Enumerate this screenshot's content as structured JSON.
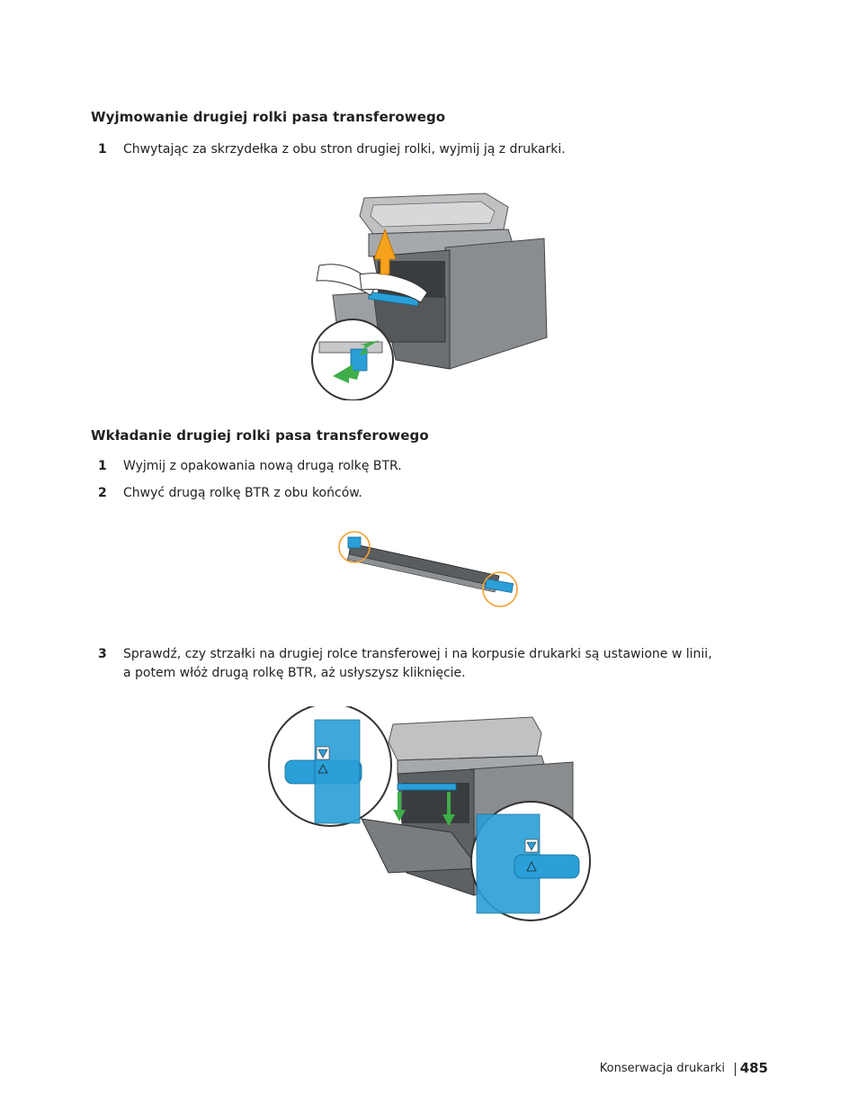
{
  "section1": {
    "heading": "Wyjmowanie drugiej rolki pasa transferowego",
    "steps": [
      {
        "num": "1",
        "text": "Chwytając za skrzydełka z obu stron drugiej rolki, wyjmij ją z drukarki."
      }
    ]
  },
  "section2": {
    "heading": "Wkładanie drugiej rolki pasa transferowego",
    "steps": [
      {
        "num": "1",
        "text": "Wyjmij z opakowania nową drugą rolkę BTR."
      },
      {
        "num": "2",
        "text": "Chwyć drugą rolkę BTR z obu końców."
      },
      {
        "num": "3",
        "line1": "Sprawdź, czy strzałki na drugiej rolce transferowej i na korpusie drukarki są ustawione w linii,",
        "line2": "a potem włóż drugą rolkę BTR, aż usłyszysz kliknięcie."
      }
    ]
  },
  "footer": {
    "label": "Konserwacja drukarki",
    "page": "485"
  },
  "colors": {
    "text": "#231f20",
    "accent_blue": "#2a9fd8",
    "arrow_orange": "#f7a21b",
    "arrow_green": "#3fae49",
    "circle_orange": "#f0a030"
  }
}
